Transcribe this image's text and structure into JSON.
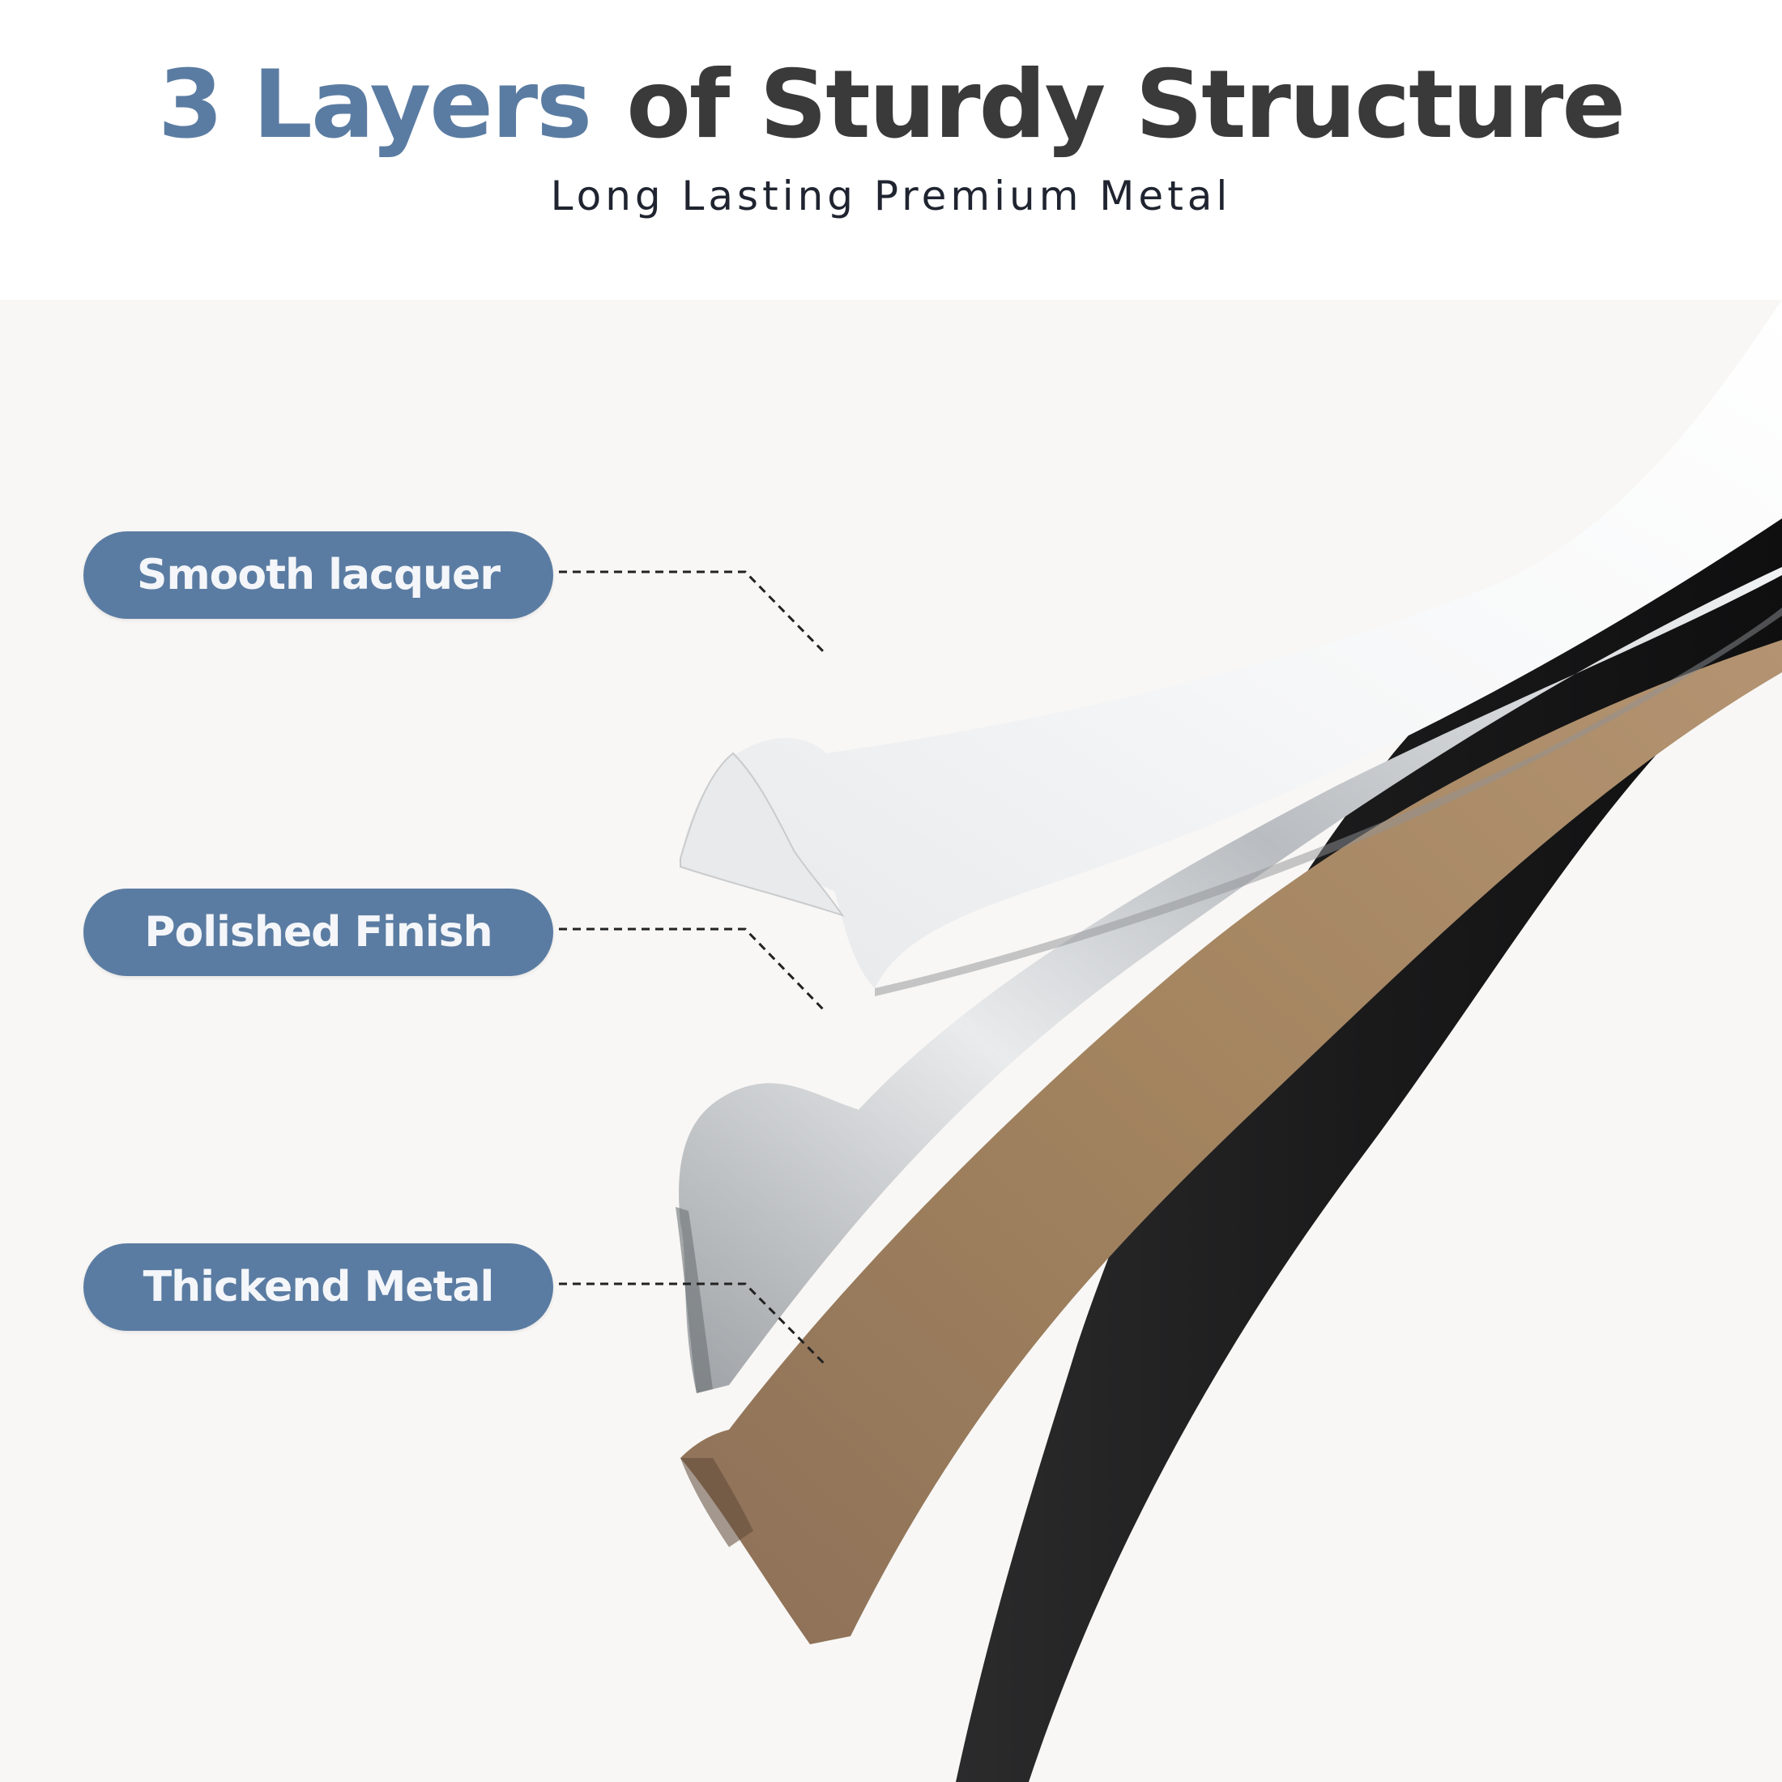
{
  "header": {
    "title_accent": "3 Layers",
    "title_rest": "of Sturdy Structure",
    "subtitle": "Long Lasting Premium Metal"
  },
  "layers": [
    {
      "label": "Smooth lacquer"
    },
    {
      "label": "Polished Finish"
    },
    {
      "label": "Thickend Metal"
    }
  ],
  "colors": {
    "accent": "#5b7ca2",
    "title_dark": "#3a3a3a",
    "background": "#f8f7f5",
    "lacquer": "#f2f3f4",
    "polished": "#cfd2d5",
    "bronze": "#9a7b5d",
    "black_core": "#1e1e1f"
  }
}
